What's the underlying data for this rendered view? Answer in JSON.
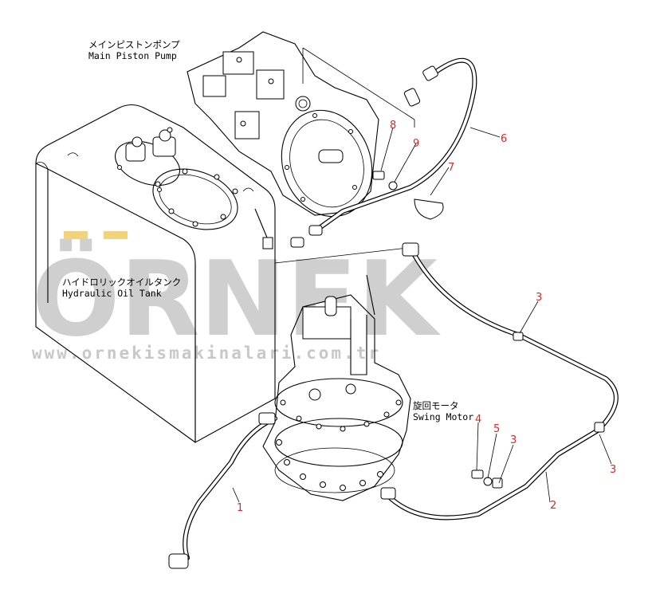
{
  "watermark": {
    "brand": "ÖRNEK",
    "url": "www.ornekismakinalari.com.tr"
  },
  "components": {
    "main_pump": {
      "label_jp": "メインピストンポンプ",
      "label_en": "Main Piston Pump"
    },
    "hydraulic_tank": {
      "label_jp": "ハイドロリックオイルタンク",
      "label_en": "Hydraulic Oil Tank"
    },
    "swing_motor": {
      "label_jp": "旋回モータ",
      "label_en": "Swing Motor"
    }
  },
  "callouts": {
    "c1": "1",
    "c2": "2",
    "c3a": "3",
    "c3b": "3",
    "c3c": "3",
    "c4": "4",
    "c5": "5",
    "c6": "6",
    "c7": "7",
    "c8": "8",
    "c9": "9"
  },
  "colors": {
    "callout": "#d42a2a",
    "watermark": "#cfcfcf",
    "watermark_accent": "#f2d27a"
  }
}
